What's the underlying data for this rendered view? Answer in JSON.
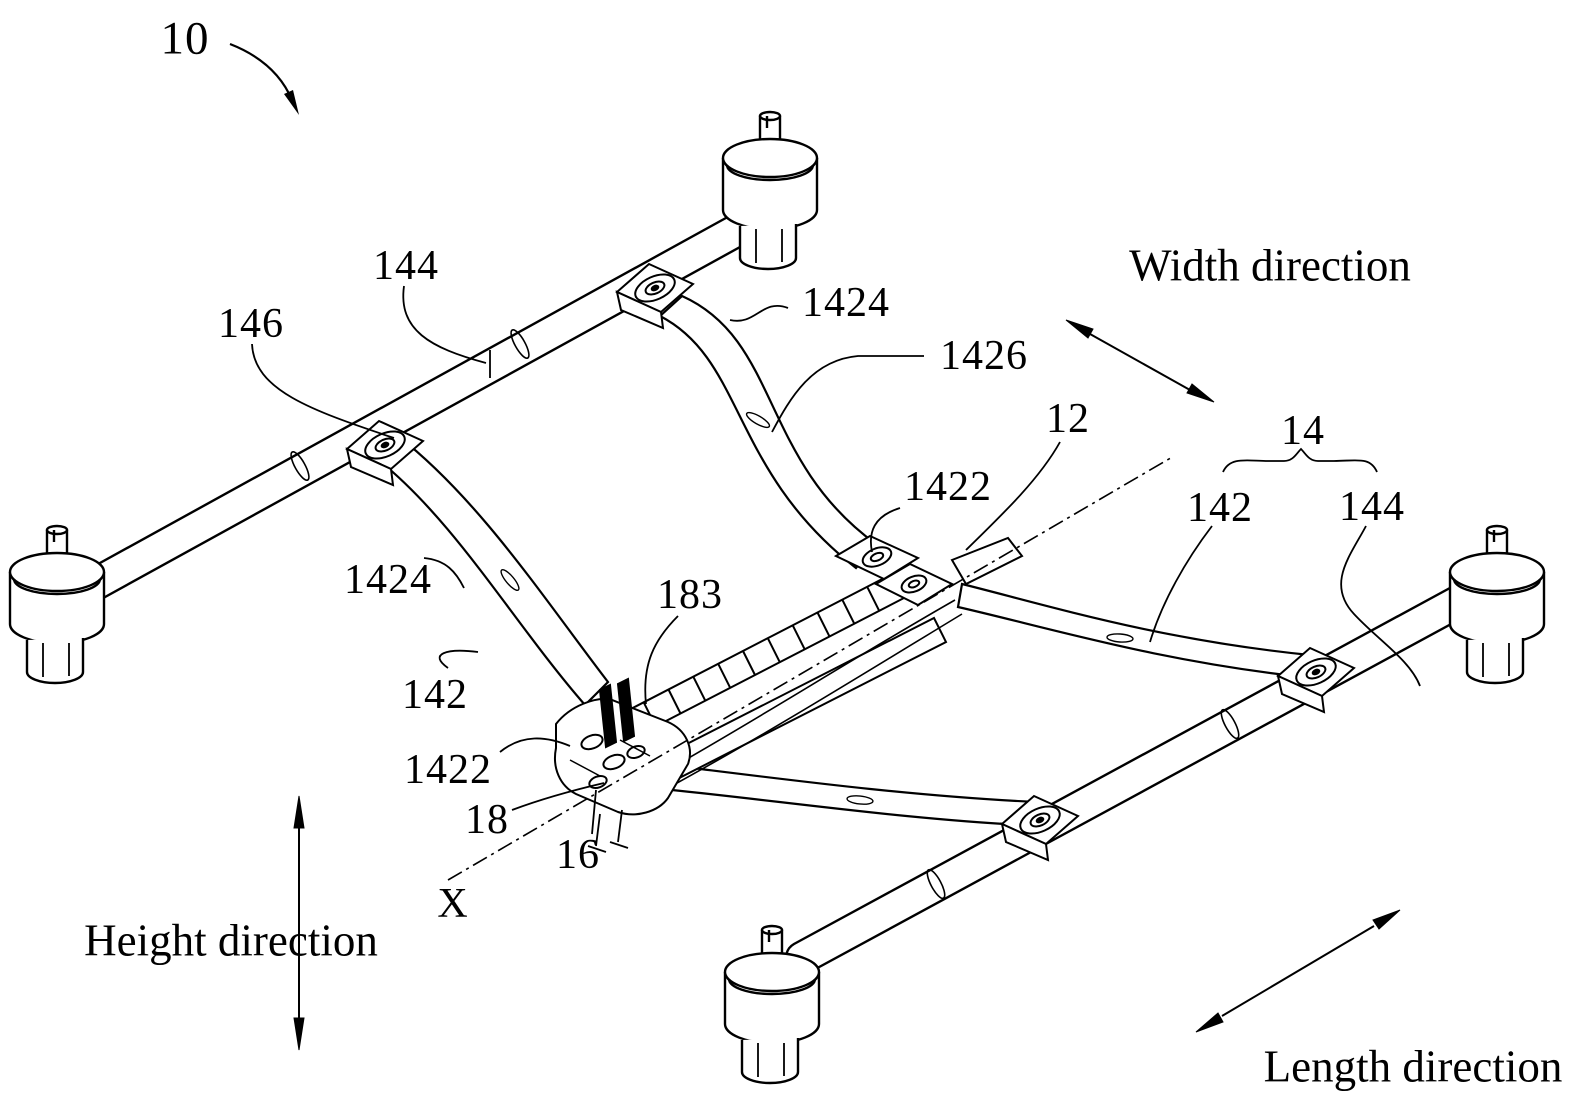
{
  "figure": {
    "background_color": "#ffffff",
    "ink_color": "#000000",
    "reference_labels": [
      {
        "text": "10"
      },
      {
        "text": "144"
      },
      {
        "text": "146"
      },
      {
        "text": "1424"
      },
      {
        "text": "1426"
      },
      {
        "text": "12"
      },
      {
        "text": "14"
      },
      {
        "text": "142"
      },
      {
        "text": "144"
      },
      {
        "text": "1422"
      },
      {
        "text": "183"
      },
      {
        "text": "1424"
      },
      {
        "text": "142"
      },
      {
        "text": "1422"
      },
      {
        "text": "18"
      },
      {
        "text": "16"
      },
      {
        "text": "X"
      }
    ],
    "direction_labels": [
      {
        "text": "Width direction"
      },
      {
        "text": "Height direction"
      },
      {
        "text": "Length direction"
      }
    ]
  }
}
